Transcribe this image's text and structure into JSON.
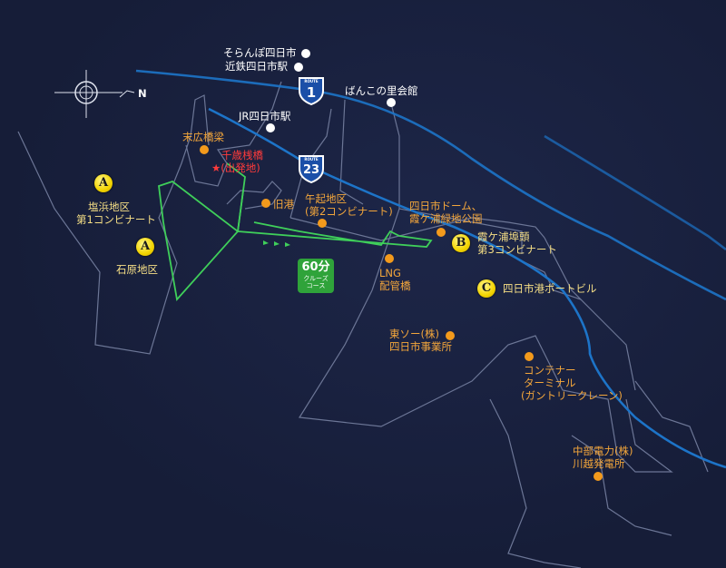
{
  "compass": {
    "north_label": "N"
  },
  "routes": [
    {
      "number": "1",
      "header": "ROUTE"
    },
    {
      "number": "23",
      "header": "ROUTE"
    }
  ],
  "cruise": {
    "duration": "60分",
    "line1": "クルーズ",
    "line2": "コース",
    "color": "#2fa33a"
  },
  "landmarks_white": [
    {
      "name": "そらんぽ四日市"
    },
    {
      "name": "近鉄四日市駅"
    },
    {
      "name": "ばんこの里会館"
    },
    {
      "name": "JR四日市駅"
    }
  ],
  "start": {
    "line1": "千歳桟橋",
    "line2": "★(出発地)"
  },
  "points_orange": [
    {
      "line1": "末広橋梁"
    },
    {
      "line1": "旧港"
    },
    {
      "line1": "午起地区",
      "line2": "(第2コンビナート)"
    },
    {
      "line1": "四日市ドーム、",
      "line2": "霞ケ浦緑地公園"
    },
    {
      "line1": "LNG",
      "line2": "配管橋"
    },
    {
      "line1": "東ソー(株)",
      "line2": "四日市事業所"
    },
    {
      "line1": "コンテナー",
      "line2": "ターミナル",
      "line3": "(ガントリークレーン)"
    },
    {
      "line1": "中部電力(株)",
      "line2": "川越発電所"
    }
  ],
  "badges": [
    {
      "letter": "A",
      "line1": "塩浜地区",
      "line2": "第1コンビナート"
    },
    {
      "letter": "A",
      "line1": "石原地区"
    },
    {
      "letter": "B",
      "line1": "霞ケ浦埠頭",
      "line2": "第3コンビナート"
    },
    {
      "letter": "C",
      "line1": "四日市港ポートビル"
    }
  ]
}
